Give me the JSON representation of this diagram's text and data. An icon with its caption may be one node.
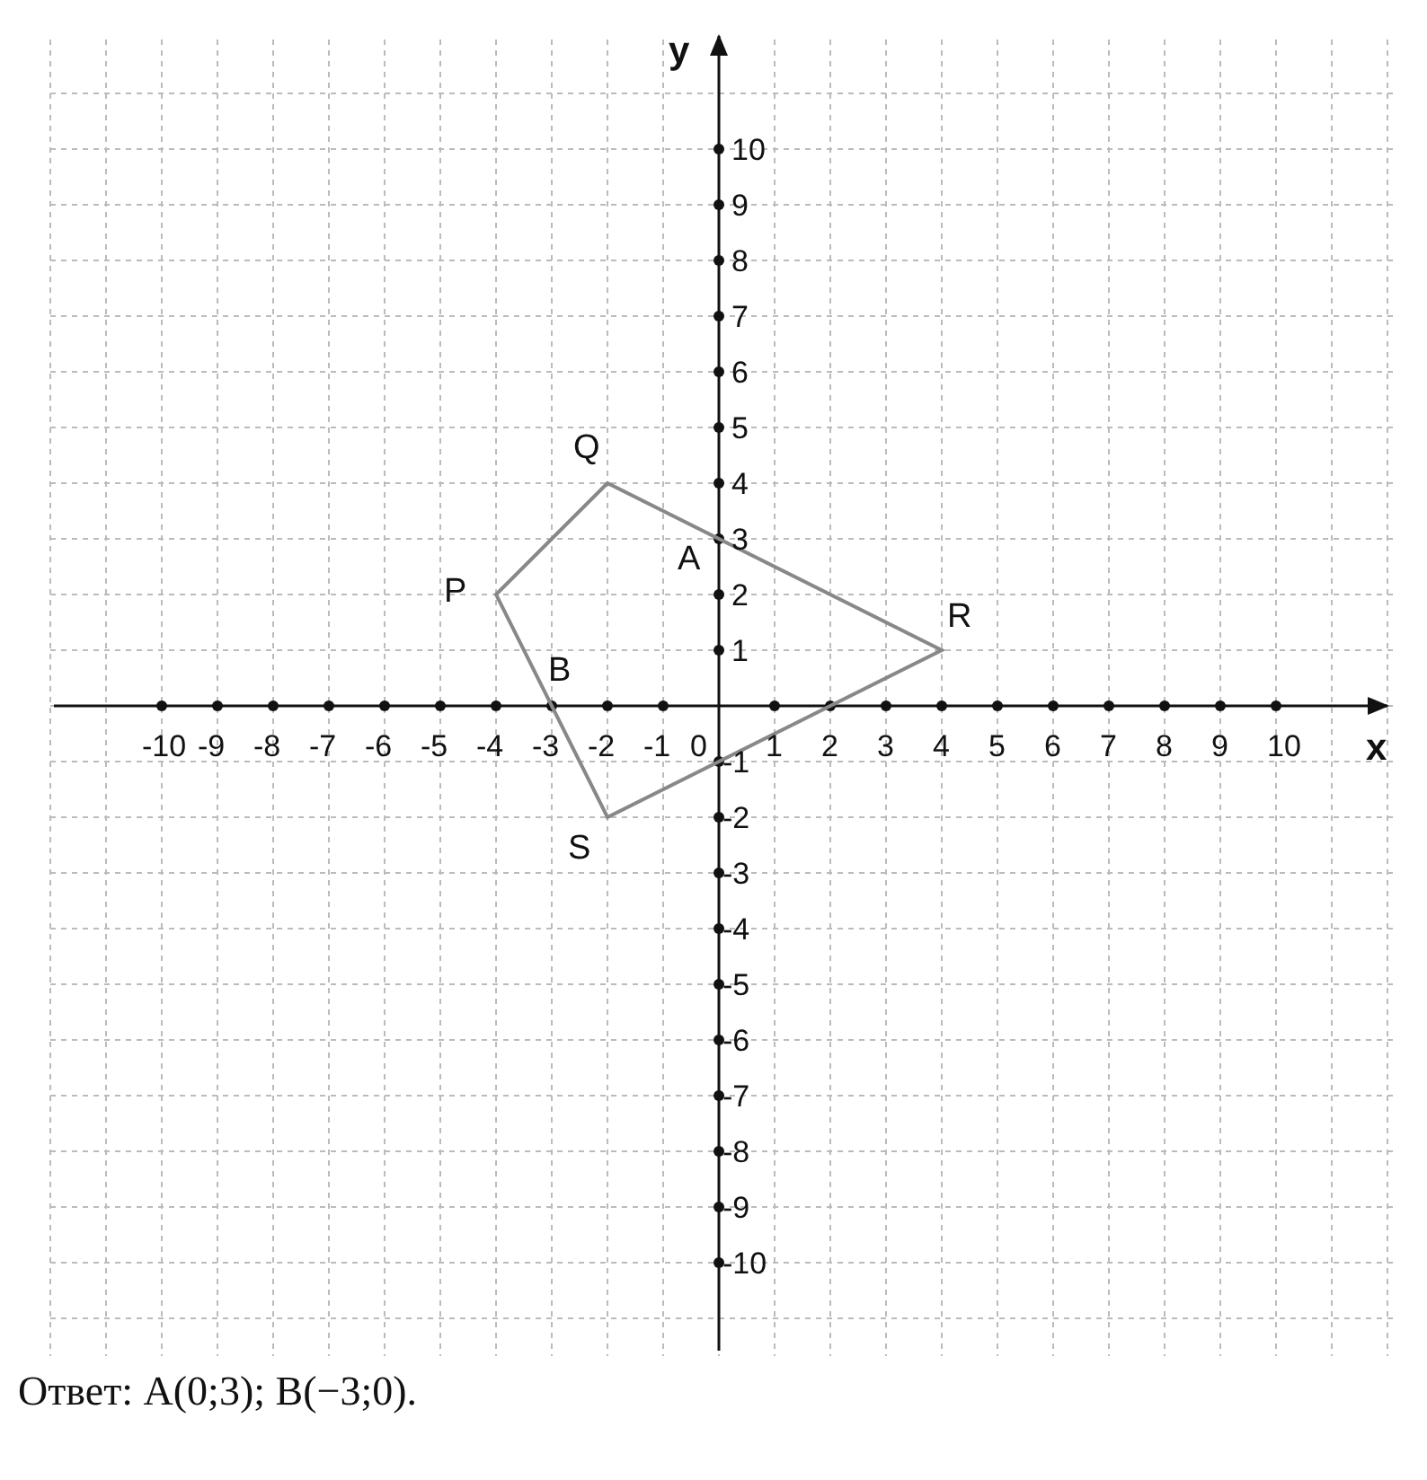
{
  "diagram": {
    "labels": [
      "y",
      "10",
      "9",
      "8",
      "7",
      "6",
      "5",
      "4",
      "3",
      "2",
      "1",
      "-10",
      "-9",
      "-8",
      "-7",
      "-6",
      "-5",
      "-4",
      "-3",
      "-2",
      "-1",
      "0",
      "1",
      "2",
      "3",
      "4",
      "5",
      "6",
      "7",
      "8",
      "9",
      "10",
      "x",
      "-1",
      "-2",
      "-3",
      "-4",
      "-5",
      "-6",
      "-7",
      "-8",
      "-9",
      "-10",
      "Q",
      "A",
      "P",
      "R",
      "B",
      "S",
      "Ответ: A(0;3); B(−3;0)."
    ]
  }
}
